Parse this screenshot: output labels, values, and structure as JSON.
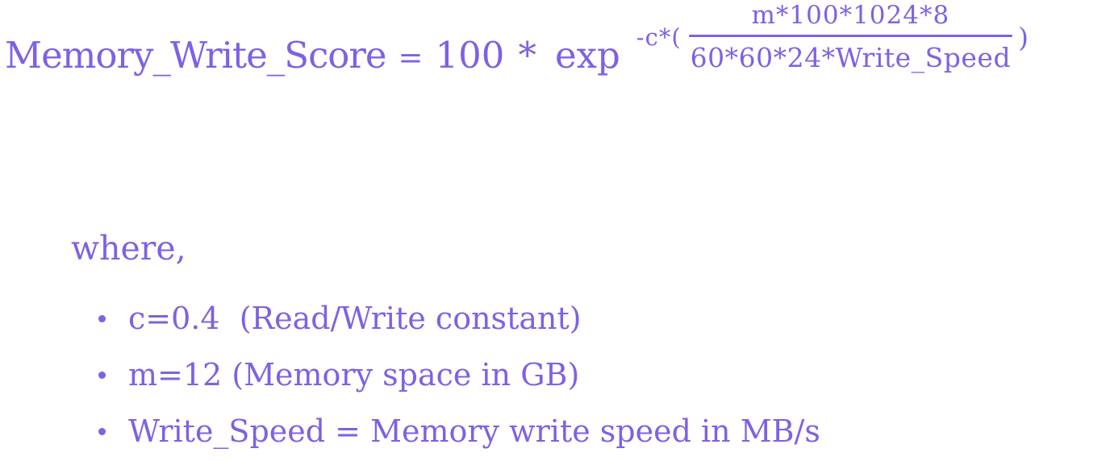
{
  "colors": {
    "text": "#7E61E4",
    "background": "#FFFFFF"
  },
  "formula": {
    "lhs": "Memory_Write_Score",
    "equals": "=",
    "coefficient": "100",
    "operator": "*",
    "function": "exp",
    "exponent_prefix": "-c*(",
    "fraction": {
      "numerator": "m*100*1024*8",
      "denominator": "60*60*24*Write_Speed"
    },
    "exponent_suffix": ")"
  },
  "where_label": "where,",
  "bullets": [
    "c=0.4  (Read/Write constant)",
    "m=12 (Memory space in GB)",
    "Write_Speed = Memory write speed in MB/s"
  ]
}
